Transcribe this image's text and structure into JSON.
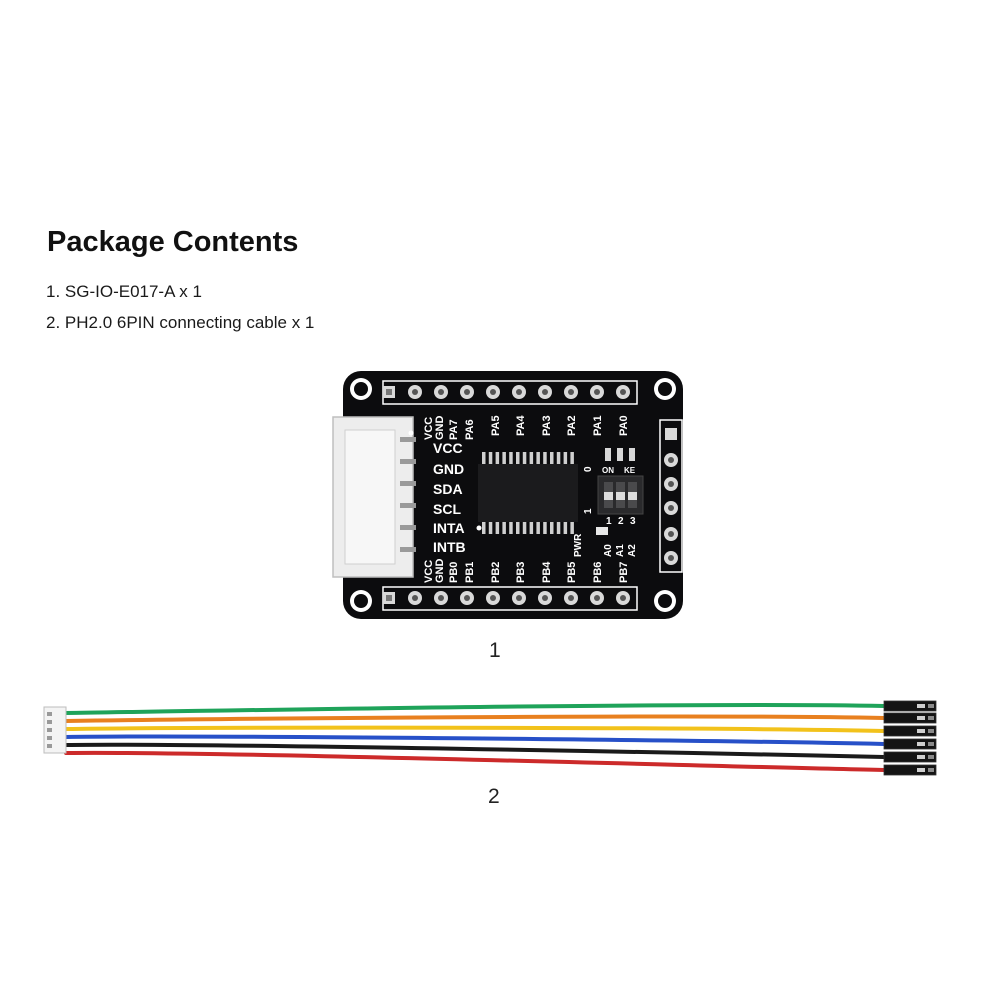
{
  "title": "Package Contents",
  "items": [
    "1. SG-IO-E017-A x 1",
    "2. PH2.0 6PIN connecting cable x 1"
  ],
  "figure_labels": [
    "1",
    "2"
  ],
  "board": {
    "top_header_labels": [
      "VCC",
      "GND",
      "PA7",
      "PA6",
      "PA5",
      "PA4",
      "PA3",
      "PA2",
      "PA1",
      "PA0"
    ],
    "bottom_header_labels": [
      "VCC",
      "GND",
      "PB0",
      "PB1",
      "PB2",
      "PB3",
      "PB4",
      "PB5",
      "PB6",
      "PB7"
    ],
    "connector_labels": [
      "VCC",
      "GND",
      "SDA",
      "SCL",
      "INTA",
      "INTB"
    ],
    "switch_labels": {
      "on": "ON",
      "ke": "KE",
      "zero": "0",
      "one": "1",
      "n1": "1",
      "n2": "2",
      "n3": "3"
    },
    "address_labels": [
      "A0",
      "A1",
      "A2"
    ],
    "pwr_label": "PWR"
  },
  "cable": {
    "wire_colors": [
      "#1fa35a",
      "#e8801f",
      "#f2c21b",
      "#2750c8",
      "#1a1a1a",
      "#cc2a2a"
    ]
  }
}
